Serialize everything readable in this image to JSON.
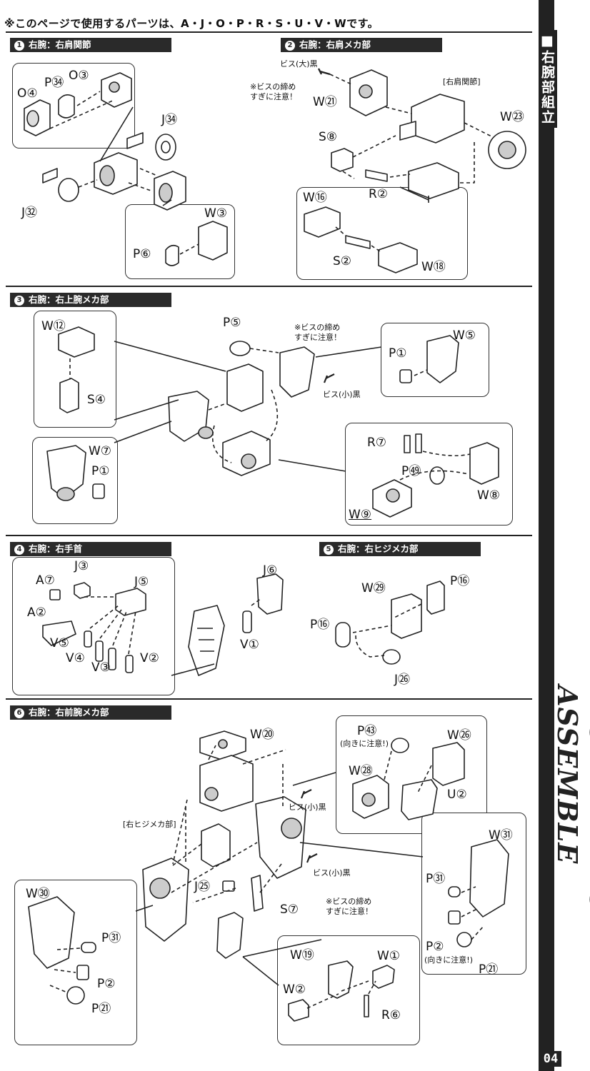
{
  "header": {
    "note": "※このページで使用するパーツは、A・J・O・P・R・S・U・V・Wです。"
  },
  "sidebar": {
    "title_jp": "右腕部組立",
    "title_en": "RIGHT ARM UNIT ASSEMBLE",
    "page_number": "04"
  },
  "sections": {
    "s1": {
      "num": "1",
      "title": "右腕：右肩関節",
      "labels": {
        "o4": "O④",
        "p34": "P㉞",
        "o3": "O③",
        "j34": "J㉞",
        "j32": "J㉜",
        "w3": "W③",
        "p6": "P⑥"
      }
    },
    "s2": {
      "num": "2",
      "title": "右腕：右肩メカ部",
      "labels": {
        "screw": "ビス(大)黒",
        "caution": "※ビスの締め\nすぎに注意！",
        "w21": "W㉑",
        "joint": "[右肩関節]",
        "w23": "W㉓",
        "s8": "S⑧",
        "r2": "R②",
        "w16": "W⑯",
        "s2": "S②",
        "w18": "W⑱"
      }
    },
    "s3": {
      "num": "3",
      "title": "右腕：右上腕メカ部",
      "labels": {
        "w12": "W⑫",
        "s4": "S④",
        "p5": "P⑤",
        "caution": "※ビスの締め\nすぎに注意！",
        "p1a": "P①",
        "w5": "W⑤",
        "screw": "ビス(小)黒",
        "w7": "W⑦",
        "p1b": "P①",
        "r7": "R⑦",
        "p49": "P㊾",
        "w8": "W⑧",
        "w9": "W⑨"
      }
    },
    "s4": {
      "num": "4",
      "title": "右腕：右手首",
      "labels": {
        "a7": "A⑦",
        "j3": "J③",
        "j5": "J⑤",
        "a2": "A②",
        "v5": "V⑤",
        "v4": "V④",
        "v3": "V③",
        "v2": "V②",
        "j6": "J⑥",
        "v1": "V①"
      }
    },
    "s5": {
      "num": "5",
      "title": "右腕：右ヒジメカ部",
      "labels": {
        "w29": "W㉙",
        "p16a": "P⑯",
        "p16b": "P⑯",
        "j26": "J㉖"
      }
    },
    "s6": {
      "num": "6",
      "title": "右腕：右前腕メカ部",
      "labels": {
        "w20": "W⑳",
        "p43": "P㊸",
        "dir": "(向きに注意!)",
        "w26": "W㉖",
        "w28": "W㉘",
        "u2": "U②",
        "screw1": "ビス(小)黒",
        "elbow": "[右ヒジメカ部]",
        "screw2": "ビス(小)黒",
        "j25": "J㉕",
        "s7": "S⑦",
        "caution": "※ビスの締め\nすぎに注意！",
        "w31": "W㉛",
        "p31a": "P㉛",
        "p2a": "P②",
        "dir2": "(向きに注意!)",
        "p21a": "P㉑",
        "w30": "W㉚",
        "p31b": "P㉛",
        "p2b": "P②",
        "p21b": "P㉑",
        "w19": "W⑲",
        "w1": "W①",
        "w2": "W②",
        "r6": "R⑥"
      }
    }
  }
}
